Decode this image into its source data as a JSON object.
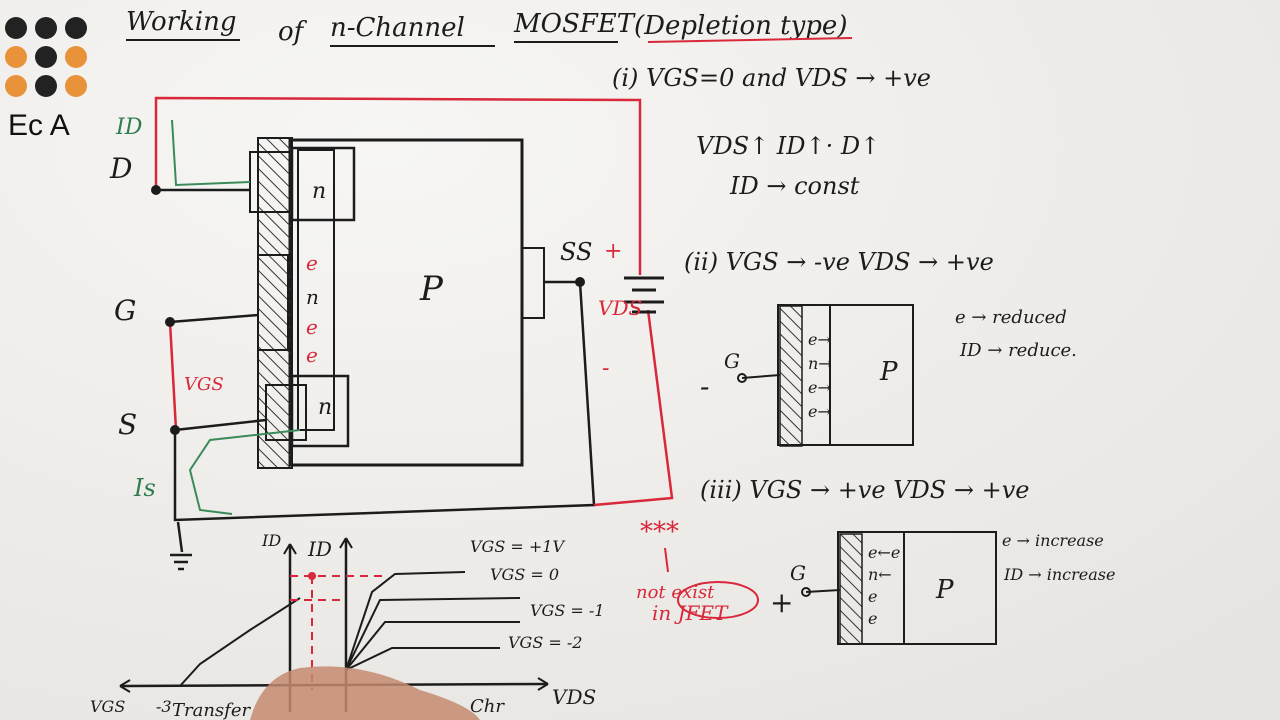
{
  "logo": {
    "text": "Ec A",
    "dots": [
      "#222222",
      "#222222",
      "#222222",
      "#e8923a",
      "#222222",
      "#e8923a",
      "#e8923a",
      "#222222",
      "#e8923a"
    ]
  },
  "colors": {
    "ink": "#1c1c1c",
    "red": "#d8283a",
    "green": "#2f7d4f",
    "paper": "#f3f2f0",
    "hatch": "#333333"
  },
  "title": {
    "part1": "Working",
    "part2": "of",
    "part3": "n-Channel",
    "part4": "MOSFET",
    "part5": "(Depletion type)"
  },
  "circuit": {
    "terminal_d": "D",
    "terminal_g": "G",
    "terminal_s": "S",
    "terminal_ss": "SS",
    "current_id": "ID",
    "current_is": "Is",
    "label_vgs": "VGS",
    "region_p": "P",
    "region_n_top": "n",
    "region_n_bottom": "n",
    "channel_labels": [
      "e",
      "n",
      "e",
      "e"
    ],
    "battery_label": "VDS",
    "battery_plus": "+",
    "battery_minus": "-"
  },
  "notes": {
    "case1": "(i) VGS=0 and VDS → +ve",
    "case1_line1": "VDS↑  ID↑·  D↑",
    "case1_line2": "ID → const",
    "case2": "(ii) VGS → -ve   VDS → +ve",
    "case2_note1": "e → reduced",
    "case2_note2": "ID → reduce.",
    "case3": "(iii) VGS → +ve   VDS → +ve",
    "case3_note1": "e → increase",
    "case3_note2": "ID → increase",
    "stars": "***",
    "not_exist": "not exist",
    "in_jfet": "in JFET",
    "diagram2": {
      "gate": "G",
      "sign": "-",
      "channel": [
        "e→",
        "n→",
        "e→",
        "e→"
      ],
      "region": "P"
    },
    "diagram3": {
      "gate": "G",
      "sign": "+",
      "channel": [
        "e←e",
        "n←",
        "e",
        "e"
      ],
      "region": "P"
    }
  },
  "graph": {
    "y1_label": "ID",
    "y2_label": "ID",
    "x_left_label": "VGS",
    "x_right_label": "VDS",
    "transfer_label": "Transfer",
    "output_label": "Chr",
    "curve_labels": [
      "VGS = +1V",
      "VGS = 0",
      "VGS = -1",
      "VGS = -2"
    ],
    "neg_tick": "-3"
  }
}
